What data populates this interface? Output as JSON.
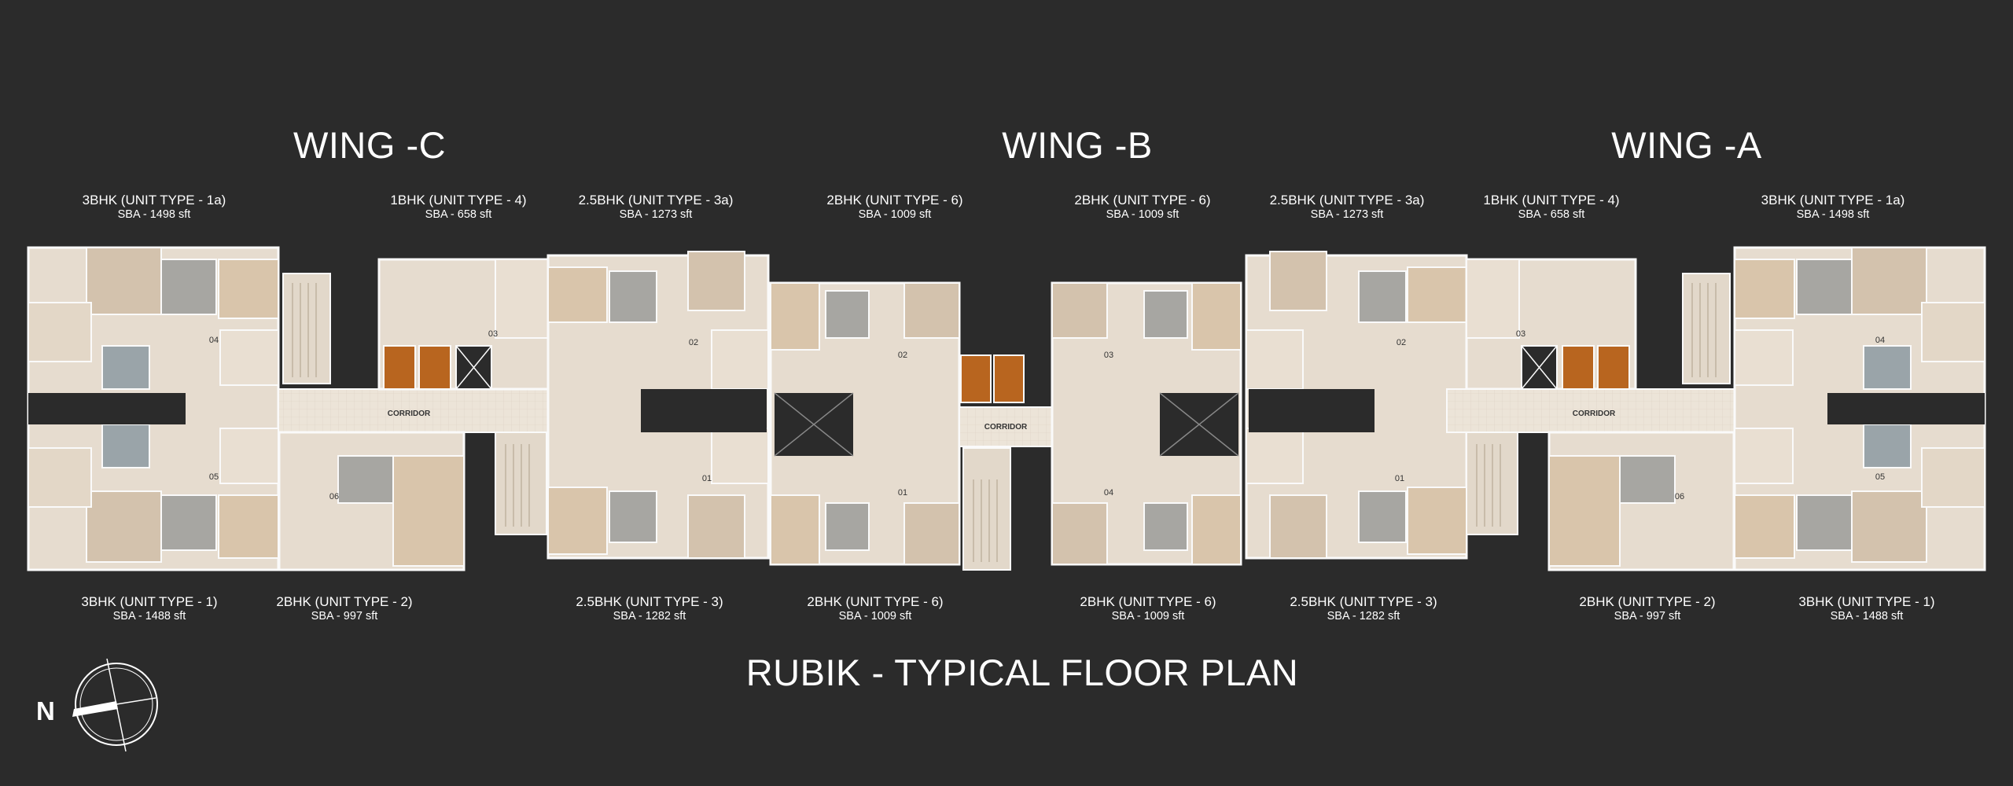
{
  "wings": [
    {
      "id": "c",
      "title": "WING -C"
    },
    {
      "id": "b",
      "title": "WING -B"
    },
    {
      "id": "a",
      "title": "WING -A"
    }
  ],
  "units_top": [
    {
      "type": "3BHK (UNIT TYPE - 1a)",
      "sba": "SBA - 1498 sft"
    },
    {
      "type": "1BHK (UNIT TYPE - 4)",
      "sba": "SBA - 658 sft"
    },
    {
      "type": "2.5BHK (UNIT TYPE - 3a)",
      "sba": "SBA - 1273 sft"
    },
    {
      "type": "2BHK (UNIT TYPE - 6)",
      "sba": "SBA - 1009 sft"
    },
    {
      "type": "2BHK (UNIT TYPE - 6)",
      "sba": "SBA - 1009 sft"
    },
    {
      "type": "2.5BHK (UNIT TYPE - 3a)",
      "sba": "SBA - 1273 sft"
    },
    {
      "type": "1BHK (UNIT TYPE - 4)",
      "sba": "SBA - 658 sft"
    },
    {
      "type": "3BHK (UNIT TYPE - 1a)",
      "sba": "SBA - 1498 sft"
    }
  ],
  "units_bottom": [
    {
      "type": "3BHK (UNIT TYPE - 1)",
      "sba": "SBA - 1488 sft"
    },
    {
      "type": "2BHK (UNIT TYPE - 2)",
      "sba": "SBA - 997 sft"
    },
    {
      "type": "2.5BHK (UNIT TYPE - 3)",
      "sba": "SBA - 1282 sft"
    },
    {
      "type": "2BHK (UNIT TYPE - 6)",
      "sba": "SBA - 1009 sft"
    },
    {
      "type": "2BHK (UNIT TYPE - 6)",
      "sba": "SBA - 1009 sft"
    },
    {
      "type": "2.5BHK (UNIT TYPE - 3)",
      "sba": "SBA - 1282 sft"
    },
    {
      "type": "2BHK (UNIT TYPE - 2)",
      "sba": "SBA - 997 sft"
    },
    {
      "type": "3BHK (UNIT TYPE - 1)",
      "sba": "SBA - 1488 sft"
    }
  ],
  "corridor_label": "CORRIDOR",
  "flat_numbers": {
    "wing_c": [
      "04",
      "05",
      "06",
      "03",
      "02",
      "01"
    ],
    "wing_b": [
      "02",
      "01",
      "03",
      "04"
    ],
    "wing_a": [
      "02",
      "01",
      "03",
      "06",
      "04",
      "05"
    ]
  },
  "main_title": "RUBIK - TYPICAL FLOOR PLAN",
  "north_label": "N",
  "colors": {
    "background": "#2b2b2b",
    "text": "#ffffff",
    "floor_light": "#ede3d6",
    "floor_room": "#d8c9b6",
    "wall": "#f4f1ec",
    "lift": "#b8651f",
    "bathroom": "#8f9aa0",
    "furniture": "#7b6e63"
  },
  "icons": [
    "compass-icon",
    "north-arrow-icon"
  ]
}
